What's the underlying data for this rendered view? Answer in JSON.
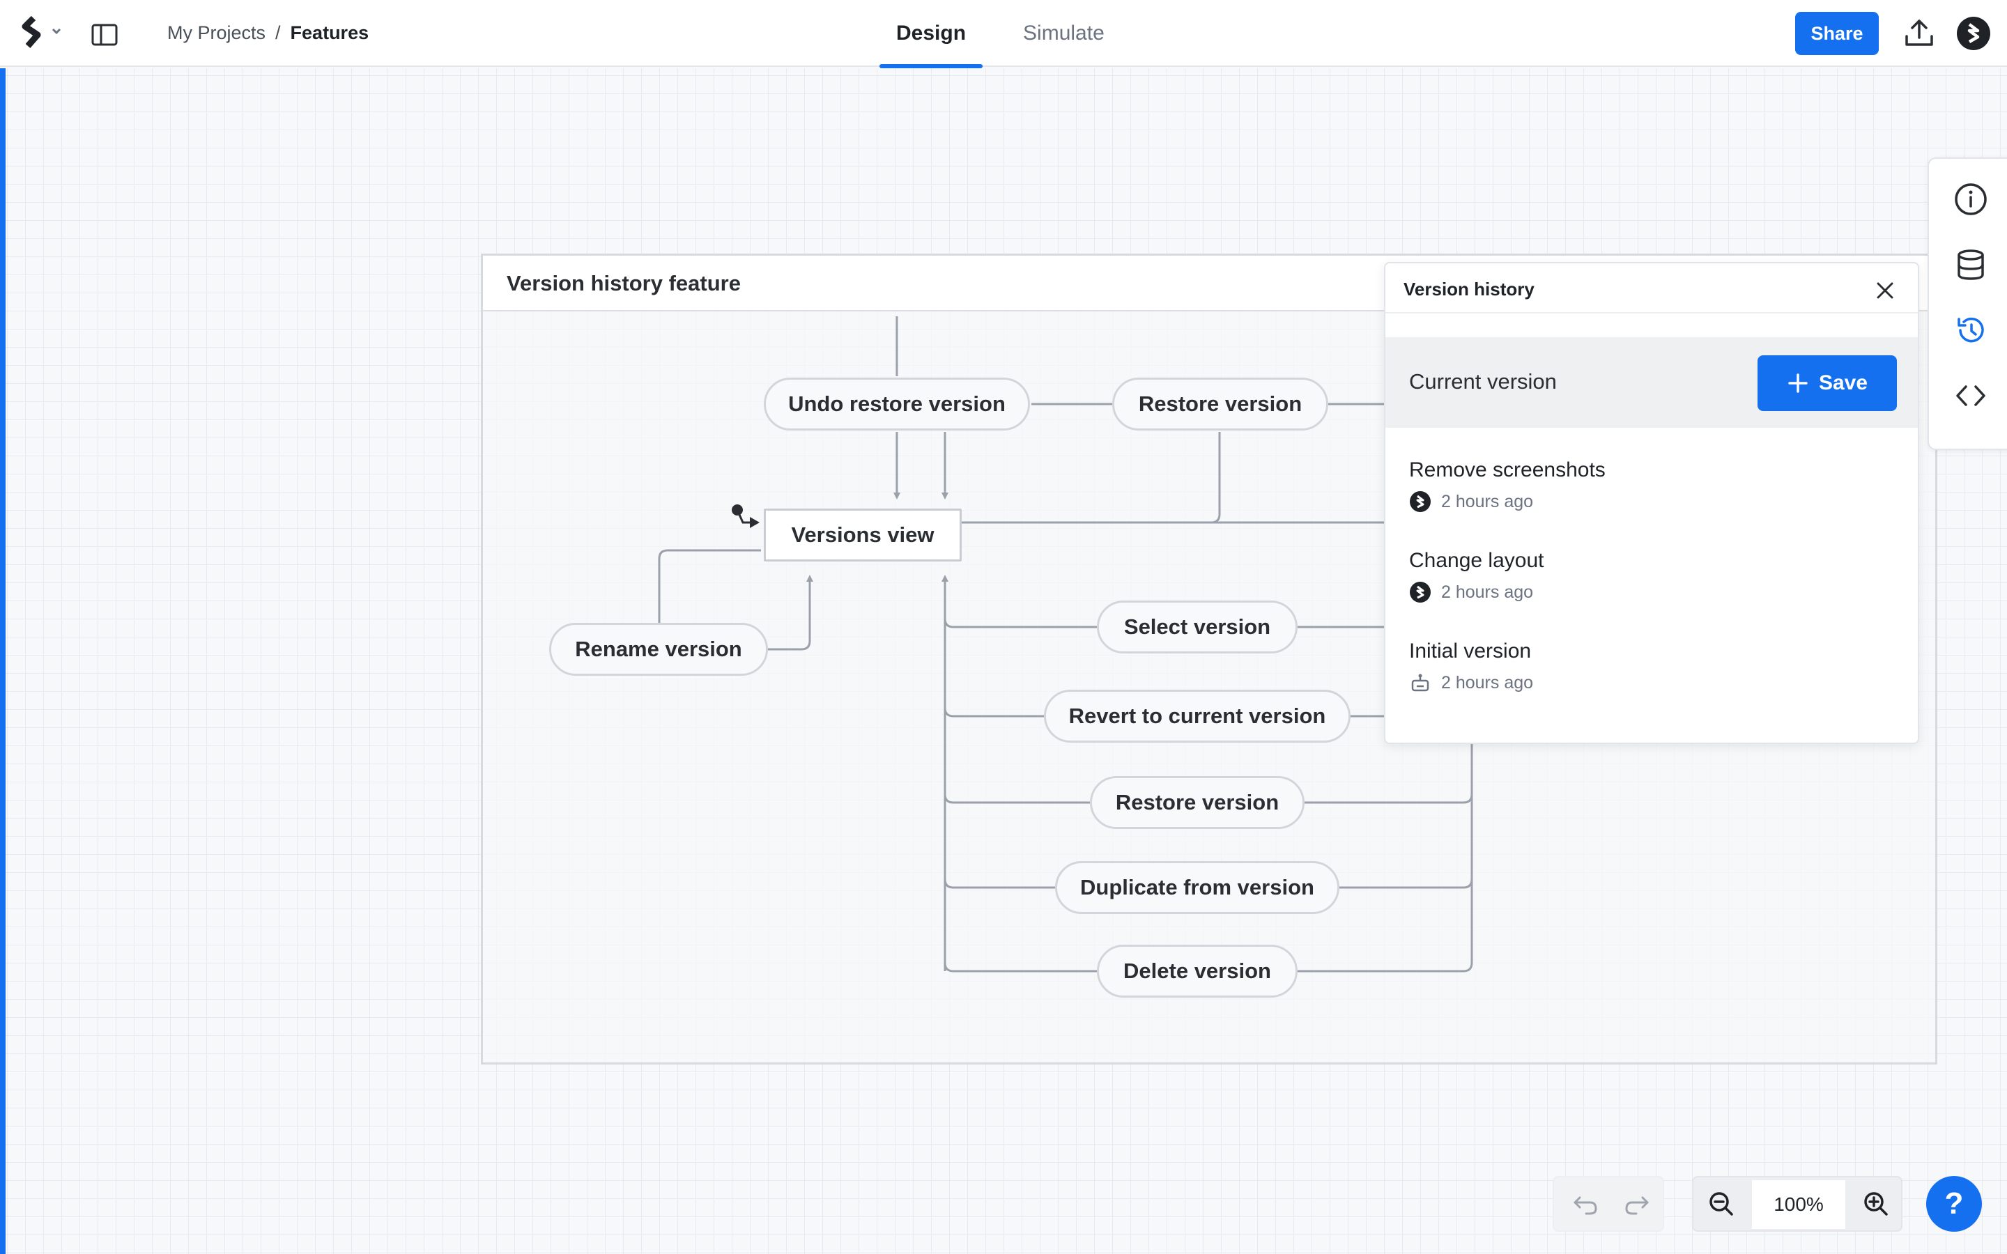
{
  "app": {
    "breadcrumb": {
      "parent": "My Projects",
      "separator": "/",
      "current": "Features"
    },
    "tabs": [
      {
        "label": "Design",
        "active": true
      },
      {
        "label": "Simulate",
        "active": false
      }
    ],
    "share_label": "Share",
    "accent_color": "#1570ef"
  },
  "frame": {
    "title": "Version history feature"
  },
  "diagram": {
    "nodes": {
      "undo_restore": "Undo restore version",
      "restore_top": "Restore version",
      "versions_view": "Versions view",
      "rename": "Rename version",
      "select": "Select version",
      "revert": "Revert to current version",
      "restore": "Restore version",
      "duplicate": "Duplicate from version",
      "delete": "Delete version"
    }
  },
  "version_panel": {
    "title": "Version history",
    "current_label": "Current version",
    "save_label": "Save",
    "versions": [
      {
        "title": "Remove screenshots",
        "time": "2 hours ago",
        "avatar": "user-logo-icon"
      },
      {
        "title": "Change layout",
        "time": "2 hours ago",
        "avatar": "user-logo-icon"
      },
      {
        "title": "Initial version",
        "time": "2 hours ago",
        "avatar": "robot-icon"
      }
    ]
  },
  "right_toolbar": [
    "info-icon",
    "database-icon",
    "history-icon",
    "code-icon"
  ],
  "zoom": {
    "value": "100%"
  },
  "help_label": "?"
}
